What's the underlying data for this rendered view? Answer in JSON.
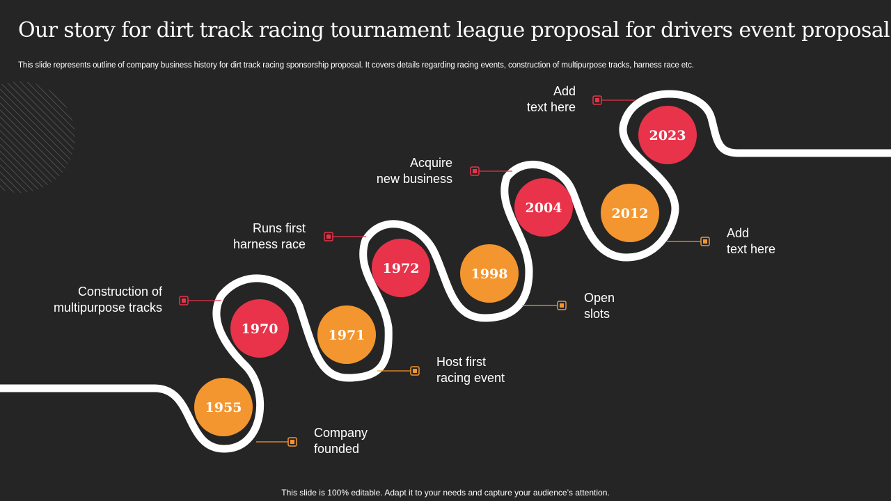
{
  "title": "Our story for dirt track racing tournament league proposal for drivers event proposal",
  "subtitle": "This slide represents outline of company business history for dirt track racing sponsorship proposal. It covers details regarding racing events, construction of multipurpose tracks, harness race etc.",
  "footer": "This slide is 100% editable. Adapt it to your needs and capture your audience’s attention.",
  "colors": {
    "background": "#252525",
    "red": "#e8334a",
    "orange": "#f3962f",
    "track": "#ffffff"
  },
  "milestones": [
    {
      "year": "1955",
      "label": "Company\nfounded",
      "color": "orange"
    },
    {
      "year": "1970",
      "label": "Construction of\nmultipurpose tracks",
      "color": "red"
    },
    {
      "year": "1971",
      "label": "Host first\nracing event",
      "color": "orange"
    },
    {
      "year": "1972",
      "label": "Runs first\nharness race",
      "color": "red"
    },
    {
      "year": "1998",
      "label": "Open\nslots",
      "color": "orange"
    },
    {
      "year": "2004",
      "label": "Acquire\nnew business",
      "color": "red"
    },
    {
      "year": "2012",
      "label": "Add\ntext here",
      "color": "orange"
    },
    {
      "year": "2023",
      "label": "Add\ntext here",
      "color": "red"
    }
  ]
}
